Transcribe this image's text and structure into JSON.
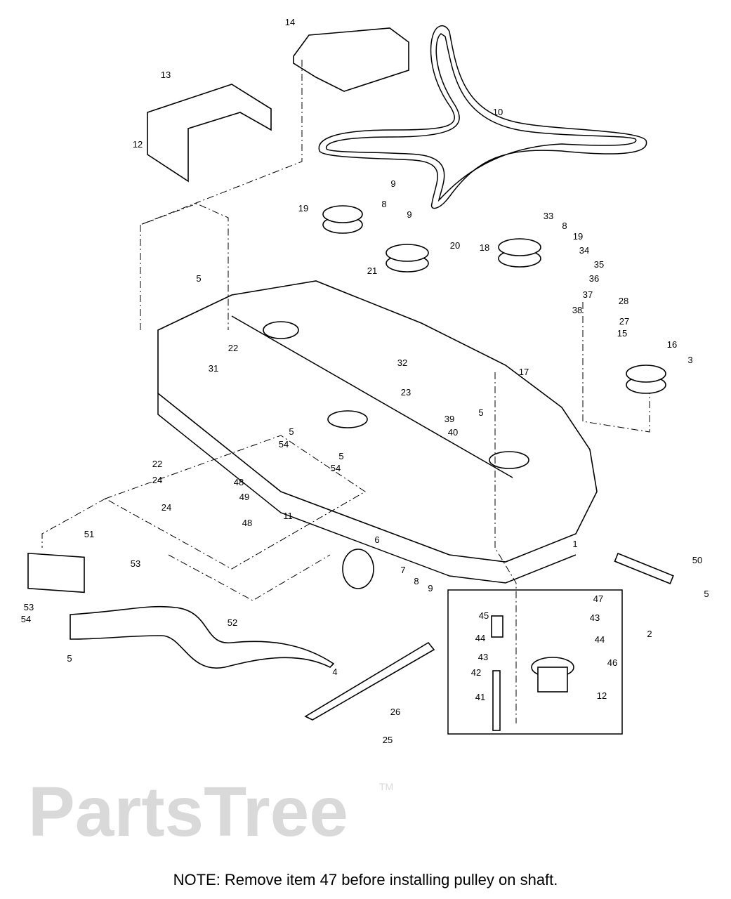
{
  "watermark": {
    "text": "PartsTree",
    "trademark": "TM"
  },
  "callouts": [
    "14",
    "13",
    "10",
    "12",
    "9",
    "8",
    "19",
    "9",
    "33",
    "8",
    "19",
    "20",
    "18",
    "21",
    "34",
    "35",
    "36",
    "37",
    "38",
    "5",
    "28",
    "27",
    "15",
    "16",
    "3",
    "31",
    "22",
    "32",
    "23",
    "17",
    "39",
    "40",
    "5",
    "5",
    "54",
    "22",
    "24",
    "48",
    "5",
    "54",
    "49",
    "24",
    "48",
    "11",
    "6",
    "51",
    "53",
    "7",
    "8",
    "9",
    "1",
    "50",
    "5",
    "53",
    "47",
    "45",
    "43",
    "44",
    "44",
    "2",
    "54",
    "52",
    "5",
    "43",
    "46",
    "42",
    "4",
    "12",
    "41",
    "26",
    "25"
  ],
  "note": "NOTE: Remove item 47 before installing pulley on shaft."
}
